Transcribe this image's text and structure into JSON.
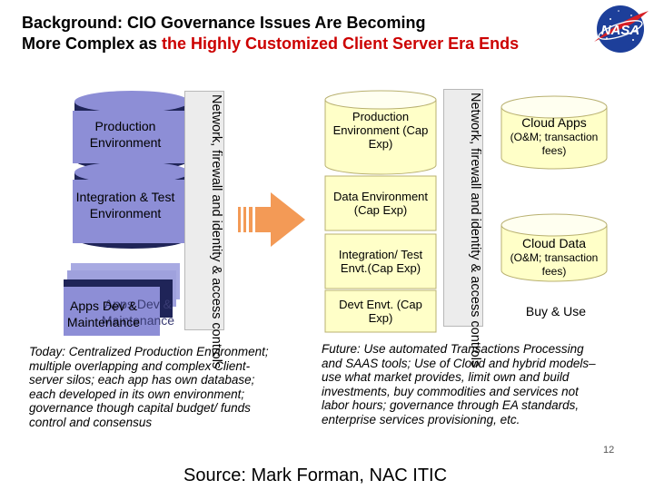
{
  "slide": {
    "title_line1": "Background: CIO Governance Issues Are Becoming",
    "title_line2_prefix": "More Complex as ",
    "title_line2_highlight": "the Highly Customized Client Server Era Ends",
    "logo_text": "NASA",
    "page_number": "12",
    "source": "Source: Mark Forman, NAC ITIC"
  },
  "left": {
    "production_env": "Production Environment",
    "integration_env": "Integration & Test Environment",
    "apps_dev_back": "Apps Dev & Maintenance",
    "apps_dev_front": "Apps Dev & Maintenance",
    "network_bar": "Network, firewall and identity & access controls",
    "caption": "Today: Centralized Production Environment; multiple overlapping and complex Client-server silos; each app has own database; each developed in its own environment; governance though capital budget/ funds control and consensus"
  },
  "right": {
    "stack": [
      "Production Environment (Cap Exp)",
      "Data Environment (Cap Exp)",
      "Integration/ Test Envt.(Cap Exp)",
      "Devt Envt. (Cap Exp)"
    ],
    "network_bar": "Network, firewall and identity & access controls",
    "cloud_apps_title": "Cloud Apps",
    "cloud_apps_sub": "(O&M; transaction fees)",
    "cloud_data_title": "Cloud Data",
    "cloud_data_sub": "(O&M; transaction fees)",
    "buy_use": "Buy & Use",
    "caption": "Future: Use automated Transactions Processing and SAAS tools; Use of Cloud and hybrid models– use what market provides, limit own and build investments, buy commodities and services not labor hours; governance through EA standards, enterprise services provisioning, etc."
  },
  "colors": {
    "navy": "#1f2458",
    "lavender": "#8d8ed6",
    "lavender_light": "#a8aae2",
    "cream": "#ffffc8",
    "cream_border": "#b8b070",
    "arrow": "#f39a56",
    "title_highlight": "#cc0000"
  }
}
